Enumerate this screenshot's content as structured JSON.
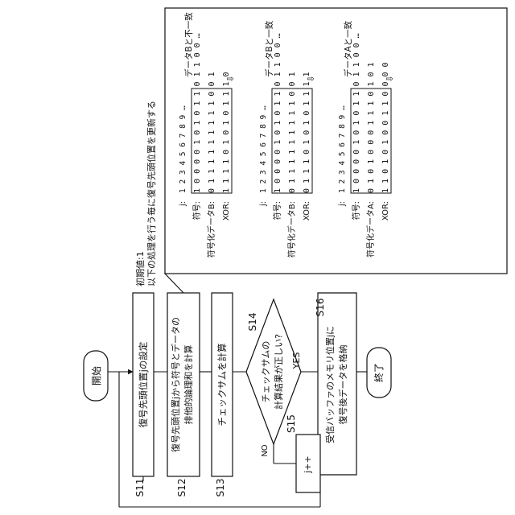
{
  "flow": {
    "start": "開始",
    "end": "終了",
    "s11": {
      "id": "S11",
      "text": "復号先頭位置jの設定"
    },
    "s12": {
      "id": "S12",
      "line1": "復号先頭位置jから符号とデータの",
      "line2": "排他的論理和を計算"
    },
    "s13": {
      "id": "S13",
      "text": "チェックサムを計算"
    },
    "s14": {
      "id": "S14",
      "line1": "チェックサムの",
      "line2": "計算結果が正しい?"
    },
    "s15": {
      "id": "S15",
      "text": "j++"
    },
    "s16": {
      "id": "S16",
      "line1": "受信バッファのメモリ位置jに",
      "line2": "復号後データを格納"
    },
    "yes": "YES",
    "no": "NO"
  },
  "note": {
    "line1": "初期値:1",
    "line2": "以下の処理を行う毎に復号先頭位置を更新する"
  },
  "panels": [
    {
      "j_label": "j:",
      "j_values": "1 2 3 4 5 6 7 8 9 …",
      "code_label": "符号:",
      "code_bits": "1 0 0 0 0 1 0 1 0 1 1 0 1 1 0 0 …",
      "data_label": "符号化データB:",
      "data_bits": "0 1 1 1 1 1 1 1 1 1 0 0 1",
      "xor_label": "XOR:",
      "xor_bits": "1 1 1 1 0 1 0 1 0 1 1 1 0",
      "result": "データBと不一致"
    },
    {
      "j_label": "j:",
      "j_values": "1 2 3 4 5 6 7 8 9 …",
      "code_label": "符号:",
      "code_bits": "1 0 0 0 0 1 0 1 0 1 1 0 1 1 0 0 …",
      "data_label": "符号化データB:",
      "data_bits": "0 1 1 1 1 1 1 1 1 1 0 0 1",
      "xor_label": "XOR:",
      "xor_bits": "0 1 1 1 0 1 0 1 0 1 1 1 1",
      "result": "データBと一致"
    },
    {
      "j_label": "j:",
      "j_values": "1 2 3 4 5 6 7 8 9 …",
      "code_label": "符号:",
      "code_bits": "1 0 0 0 0 1 0 1 0 1 1 0 1 1 0 0 …",
      "data_label": "符号化データA:",
      "data_bits": "0 1 0 1 0 0 0 1 1 1 0 1 0 1",
      "xor_label": "XOR:",
      "xor_bits": "1 1 0 1 0 1 0 0 1 1 0 0 0 0",
      "result": "データAと一致"
    }
  ]
}
